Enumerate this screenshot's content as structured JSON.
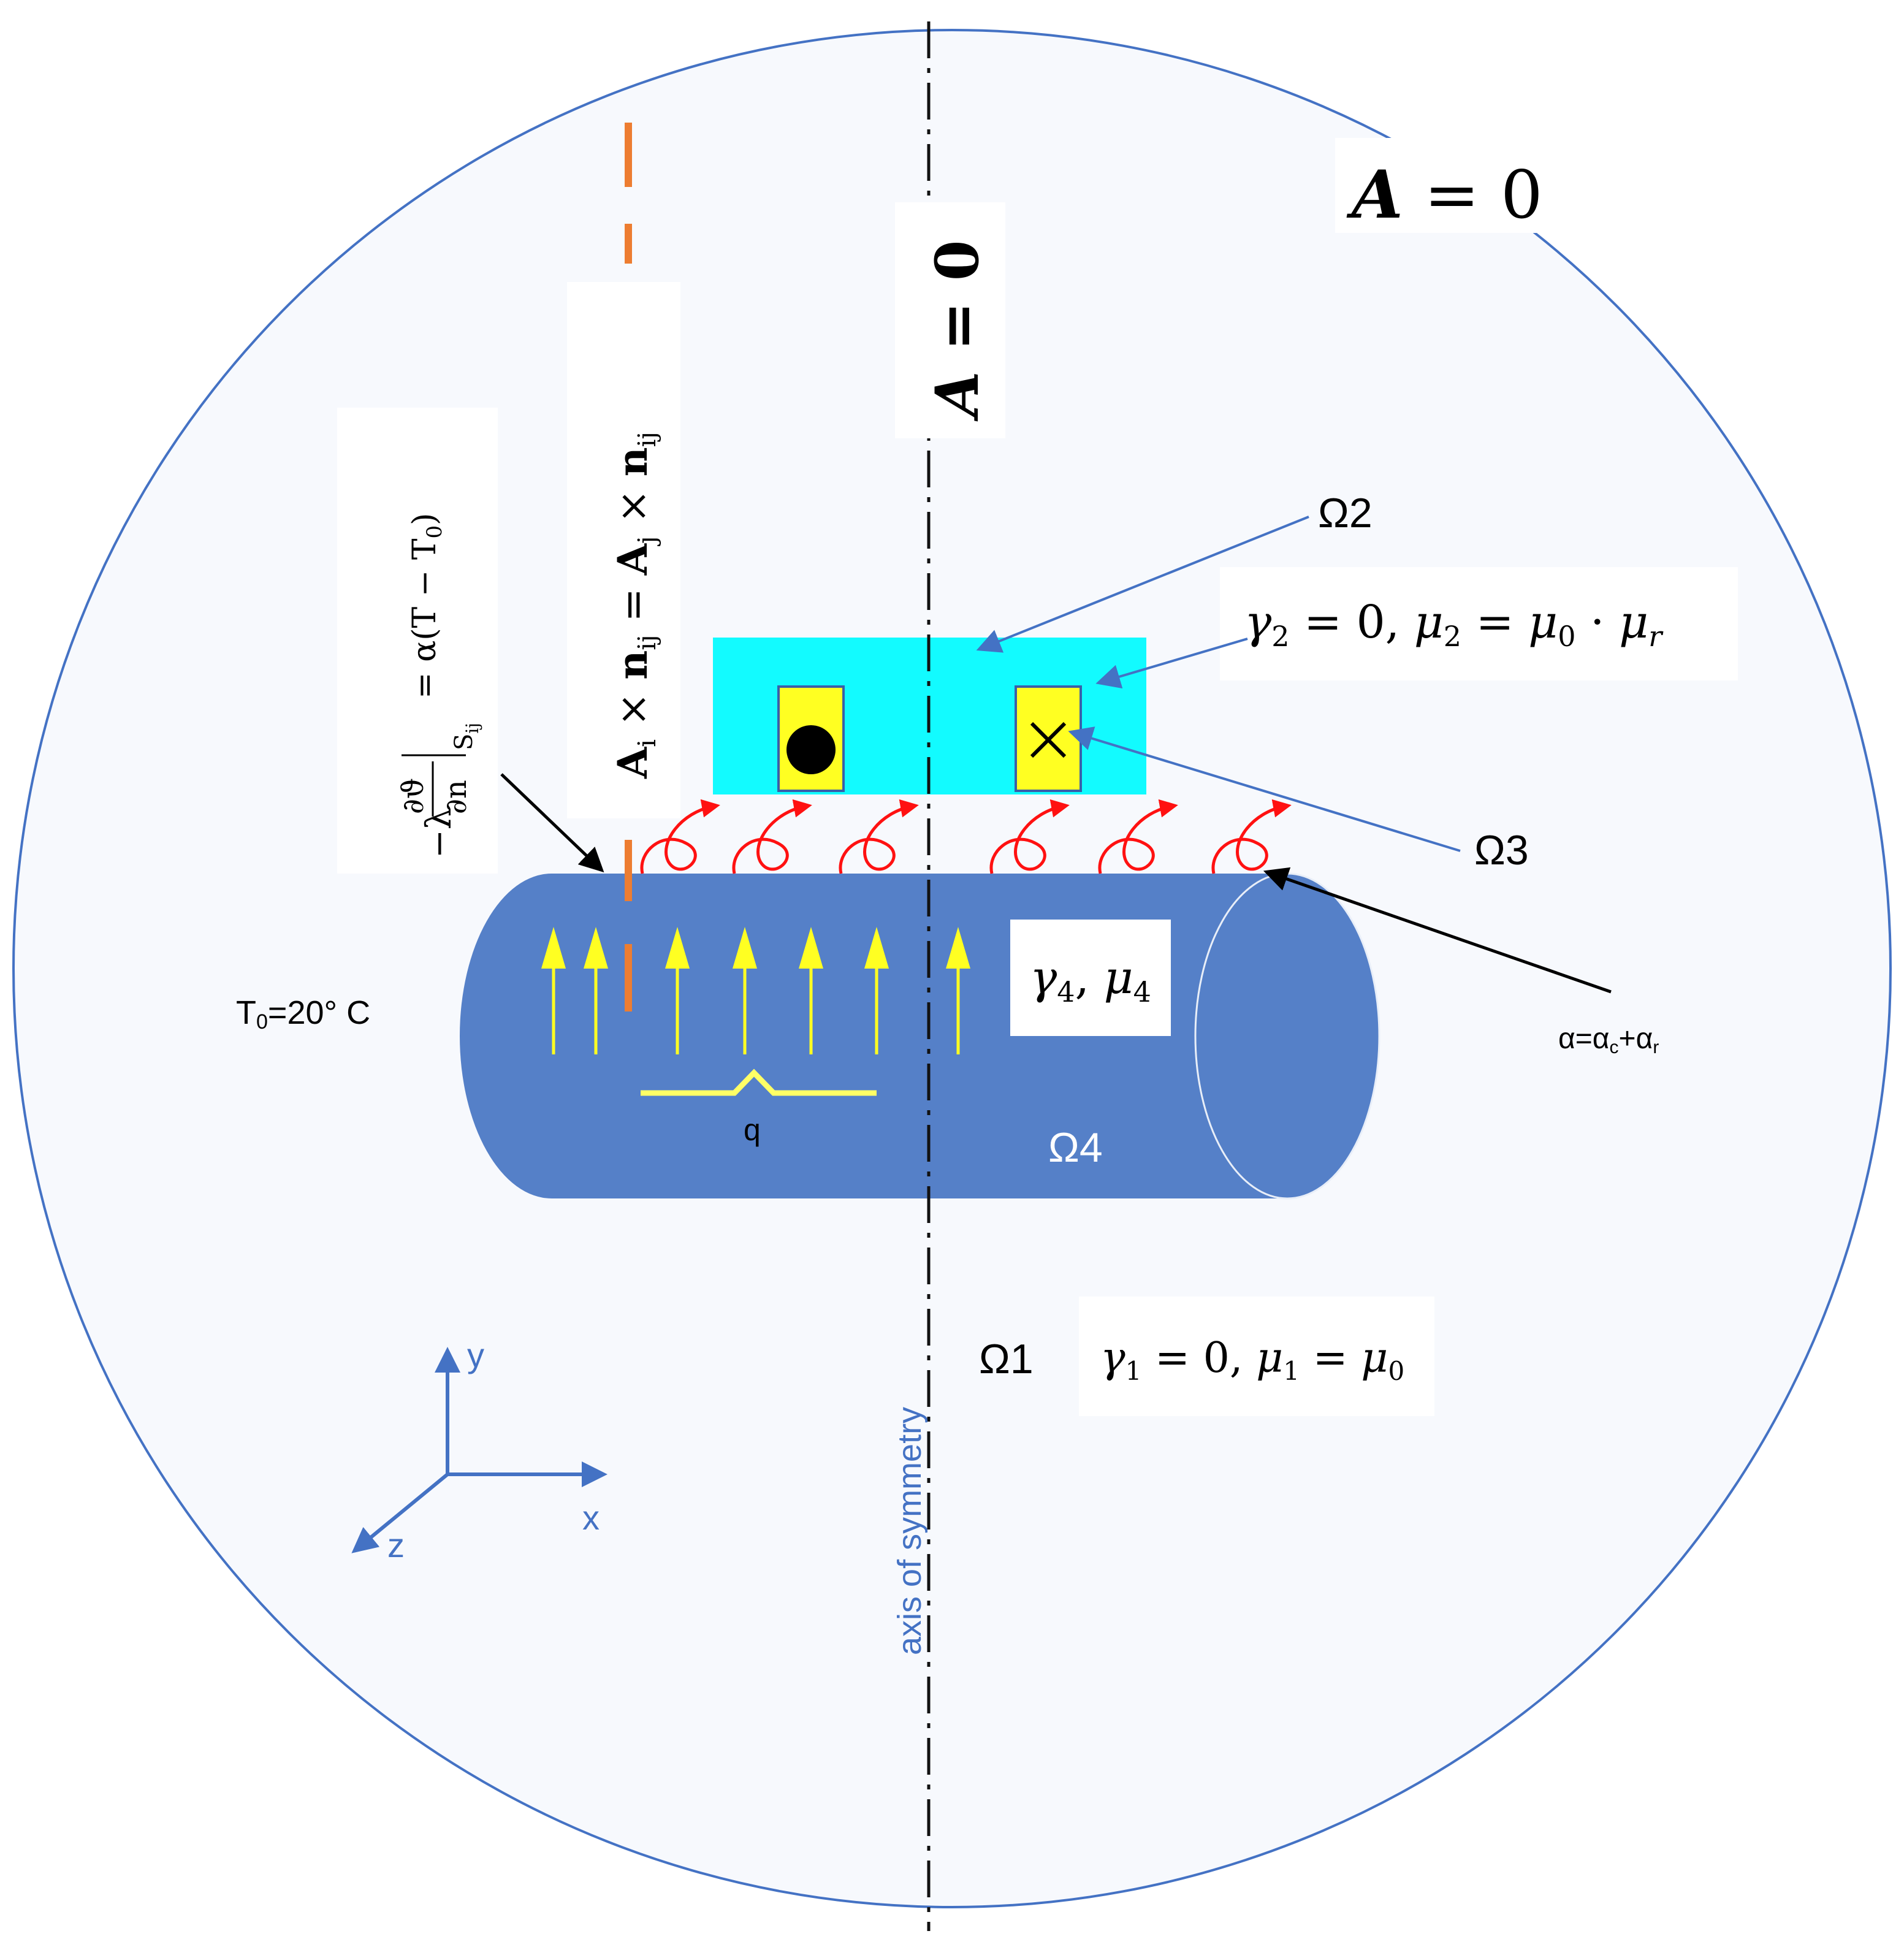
{
  "boundary_outer": {
    "A": "A",
    "eq": " = 0"
  },
  "boundary_axis": {
    "A": "A",
    "eq": " = 0"
  },
  "interface_condition": {
    "Ai": "A",
    "i": "i",
    "cross1": " × ",
    "n1": "n",
    "ij1": "ij",
    "equals": " = ",
    "Aj": "A",
    "j": "j",
    "cross2": " × ",
    "n2": "n",
    "ij2": "ij"
  },
  "heat_condition": {
    "minus_lambda": "−λ",
    "dtheta": "∂ϑ",
    "dn": "∂n",
    "sij": "S",
    "sij_sub": "ij",
    "rhs": "= α(T − T",
    "rhs_sub": "0",
    "rhs_end": ")"
  },
  "regions": {
    "omega1": "Ω1",
    "omega2": "Ω2",
    "omega3": "Ω3",
    "omega4": "Ω4"
  },
  "props": {
    "p2": {
      "g": "γ",
      "gs": "2",
      "a": " = 0, ",
      "m": "μ",
      "ms": "2",
      "b": " = ",
      "m0": "μ",
      "m0s": "0",
      "dot": " · ",
      "mr": "μ",
      "mrs": "r"
    },
    "p1": {
      "g": "γ",
      "gs": "1",
      "a": " = 0, ",
      "m": "μ",
      "ms": "1",
      "b": " = ",
      "m0": "μ",
      "m0s": "0"
    },
    "p4": {
      "g": "γ",
      "gs": "4",
      "sep": ", ",
      "m": "μ",
      "ms": "4"
    }
  },
  "ambient_temp": {
    "T": "T",
    "sub": "0",
    "rest": "=20° C"
  },
  "alpha_label": {
    "a": "α=α",
    "c": "c",
    "plus": "+α",
    "r": "r"
  },
  "heat_source_label": "q",
  "axis_label": "axis of symmetry",
  "axes": {
    "x": "x",
    "y": "y",
    "z": "z"
  },
  "colors": {
    "domain_fill": "#f7f9fd",
    "domain_stroke": "#4472c4",
    "workpiece": "#5580c8",
    "inductor": "#12fbff",
    "coil": "#ffff22",
    "flux_arrow": "#ffff22",
    "heat_loss": "#ff1111",
    "leader": "#4472c4",
    "interface_line": "#ed7d31"
  },
  "icons": [
    "current-out-of-page-dot-icon",
    "current-into-page-cross-icon",
    "heat-loss-curl-arrow-icon",
    "heat-flux-arrow-icon"
  ]
}
